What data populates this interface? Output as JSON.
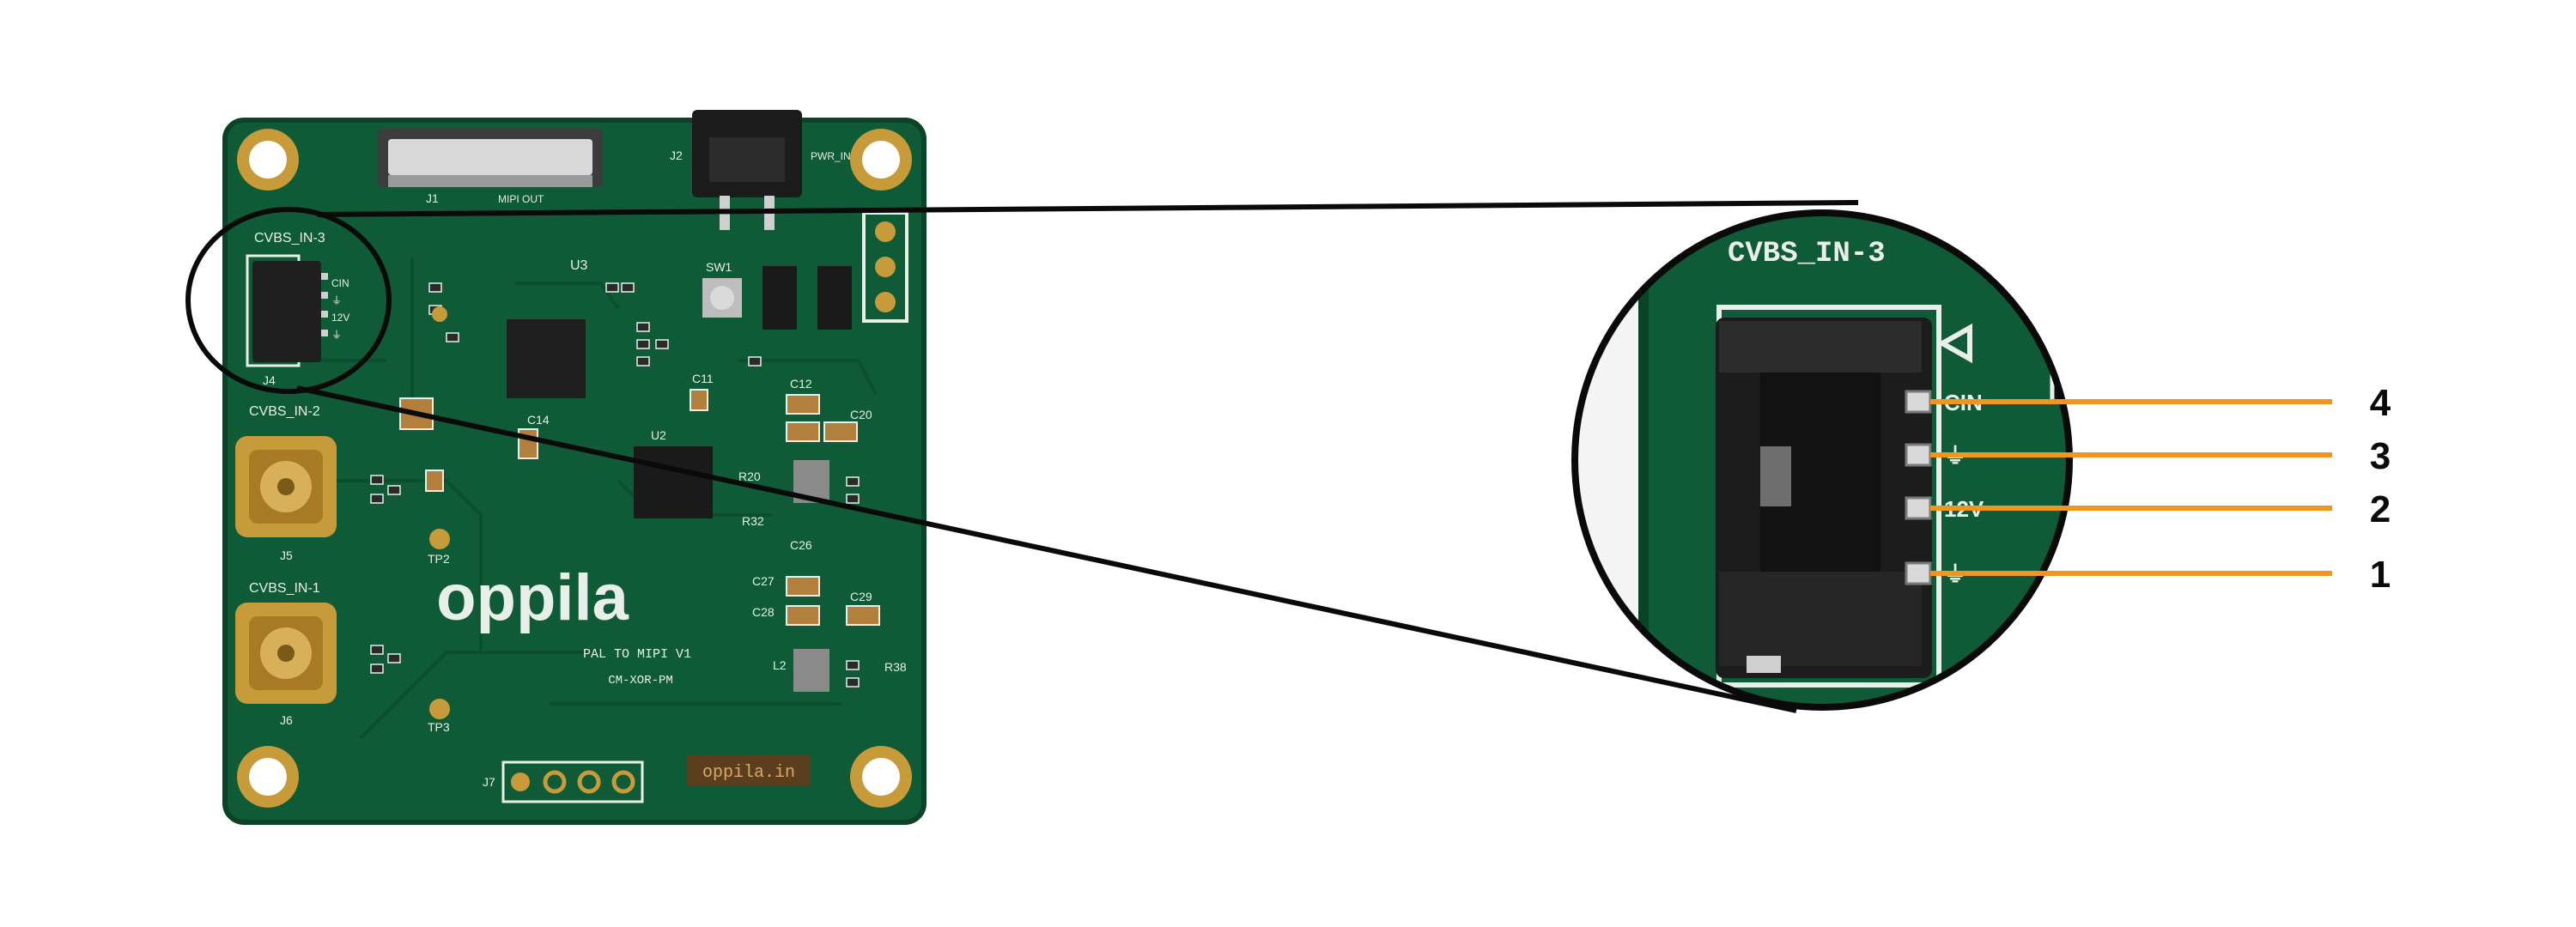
{
  "colors": {
    "background": "#ffffff",
    "board": "#0f5b37",
    "board_dark": "#0a4328",
    "silkscreen": "#e8efe9",
    "gold": "#c79a3a",
    "callout_line": "#f0961e",
    "outline": "#0a0a0a"
  },
  "board": {
    "brand_logo": "oppila",
    "title_line": "PAL TO MIPI V1",
    "part_line": "CM-XOR-PM",
    "website_badge": "oppila.in",
    "labels": {
      "cvbs_in_3": "CVBS_IN-3",
      "cvbs_in_2": "CVBS_IN-2",
      "cvbs_in_1": "CVBS_IN-1",
      "j1": "J1",
      "j2": "J2",
      "j4": "J4",
      "j5": "J5",
      "j6": "J6",
      "j7": "J7",
      "mipi_out": "MIPI OUT",
      "pwr_in": "PWR_IN",
      "u2": "U2",
      "u3": "U3",
      "sw1": "SW1",
      "tp2": "TP2",
      "tp3": "TP3",
      "c12": "C12",
      "c20": "C20",
      "c26": "C26",
      "c27": "C27",
      "c28": "C28",
      "c29": "C29",
      "l2": "L2",
      "r20": "R20",
      "r32": "R32",
      "r38": "R38",
      "c14": "C14",
      "c11": "C11"
    },
    "connector_pin_marks": [
      "CIN",
      "⏚",
      "12V",
      "⏚"
    ]
  },
  "zoom": {
    "label": "CVBS_IN-3",
    "pin_marks": [
      "CIN",
      "⏚",
      "12V",
      "⏚"
    ]
  },
  "callouts": [
    {
      "number": "4"
    },
    {
      "number": "3"
    },
    {
      "number": "2"
    },
    {
      "number": "1"
    }
  ]
}
